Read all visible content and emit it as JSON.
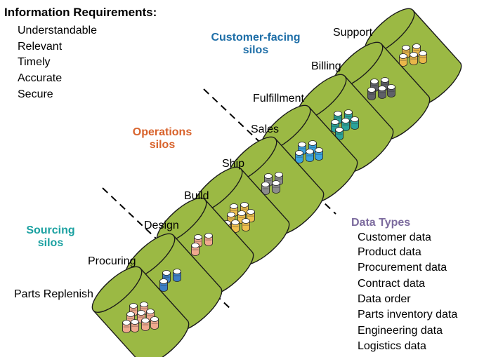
{
  "info_requirements": {
    "title": "Information Requirements:",
    "items": [
      "Understandable",
      "Relevant",
      "Timely",
      "Accurate",
      "Secure"
    ]
  },
  "groups": {
    "customer": {
      "line1": "Customer-facing",
      "line2": "silos",
      "color": "#1f6fa8"
    },
    "operations": {
      "line1": "Operations",
      "line2": "silos",
      "color": "#d8622b"
    },
    "sourcing": {
      "line1": "Sourcing",
      "line2": "silos",
      "color": "#1ba1a1"
    }
  },
  "silos": [
    {
      "label": "Support",
      "icon": "database-icon",
      "fill": "#e9b74a"
    },
    {
      "label": "Billing",
      "icon": "database-icon",
      "fill": "#5f6068"
    },
    {
      "label": "Fulfillment",
      "icon": "database-icon",
      "fill": "#2ba39a"
    },
    {
      "label": "Sales",
      "icon": "database-icon",
      "fill": "#3aa3df"
    },
    {
      "label": "Ship",
      "icon": "database-icon",
      "fill": "#8c8c8c"
    },
    {
      "label": "Build",
      "icon": "database-icon",
      "fill": "#f0c04e"
    },
    {
      "label": "Design",
      "icon": "database-icon",
      "fill": "#f0a98f"
    },
    {
      "label": "Procuring",
      "icon": "database-icon",
      "fill": "#3d7fc6"
    },
    {
      "label": "Parts Replenish",
      "icon": "database-icon",
      "fill": "#f0a98f"
    }
  ],
  "data_types": {
    "title": "Data Types",
    "color": "#7c6b9e",
    "items": [
      "Customer data",
      "Product data",
      "Procurement data",
      "Contract data",
      "Data order",
      "Parts inventory data",
      "Engineering data",
      "Logistics data"
    ]
  },
  "colors": {
    "silo_fill": "#9bb944",
    "silo_stroke": "#1a1a1a",
    "divider": "#000000"
  }
}
